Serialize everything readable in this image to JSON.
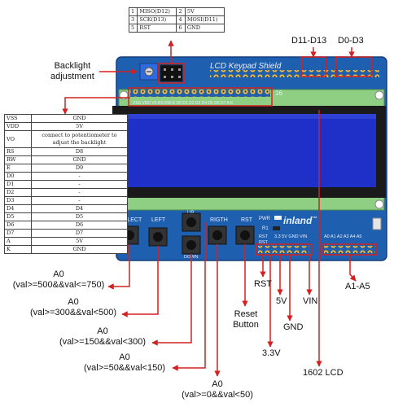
{
  "icsp_table": {
    "rows": [
      [
        "1",
        "MISO(D12)",
        "2",
        "5V"
      ],
      [
        "3",
        "SCK(D13)",
        "4",
        "MOSI(D11)"
      ],
      [
        "5",
        "RST",
        "6",
        "GND"
      ]
    ]
  },
  "lcd_table": {
    "rows": [
      [
        "VSS",
        "GND"
      ],
      [
        "VDD",
        "5V"
      ],
      [
        "VO",
        "connect to potentiometer to adjust the backlight"
      ],
      [
        "RS",
        "D8"
      ],
      [
        "RW",
        "GND"
      ],
      [
        "E",
        "D9"
      ],
      [
        "D0",
        "-"
      ],
      [
        "D1",
        "-"
      ],
      [
        "D2",
        "-"
      ],
      [
        "D3",
        "-"
      ],
      [
        "D4",
        "D4"
      ],
      [
        "D5",
        "D5"
      ],
      [
        "D6",
        "D6"
      ],
      [
        "D7",
        "D7"
      ],
      [
        "A",
        "5V"
      ],
      [
        "K",
        "GND"
      ]
    ]
  },
  "board": {
    "title": "LCD Keypad Shield",
    "brand": "inland",
    "brand_mark": "™",
    "lcd_pin_no": "16",
    "lcd_pin_labels": "VSS VDD V0 RS RW E D0 D1 D2 D3 D4 D5 D6 D7 A K",
    "pwr": "PWR",
    "r1": "R1",
    "rst_small": "RST",
    "power_header": "3.3 5V GND VIN",
    "power_rst": "RST",
    "analog_header": "A0 A1 A2 A3 A4 A5",
    "btn_up": "UP",
    "btn_down": "DOWN",
    "buttons": [
      "SELECT",
      "LEFT",
      "RIGTH",
      "RST"
    ]
  },
  "labels": {
    "backlight": "Backlight\nadjustment",
    "d11_d13": "D11-D13",
    "d0_d3": "D0-D3",
    "a0_select": "A0\n(val>=500&&val<=750)",
    "a0_left": "A0\n(val>=300&&val<500)",
    "a0_down": "A0\n(val>=150&&val<300)",
    "a0_up": "A0\n(val>=50&&val<150)",
    "a0_right": "A0\n(val>=0&&val<50)",
    "rst": "RST",
    "reset_button": "Reset\nButton",
    "v33": "3.3V",
    "v5": "5V",
    "gnd": "GND",
    "vin": "VIN",
    "a1_a5": "A1-A5",
    "lcd1602": "1602 LCD"
  },
  "colors": {
    "board": "#1f5fb0",
    "pcb_green": "#8fcf84",
    "lcd_screen": "#1f30c8",
    "arrow": "#d42020"
  }
}
